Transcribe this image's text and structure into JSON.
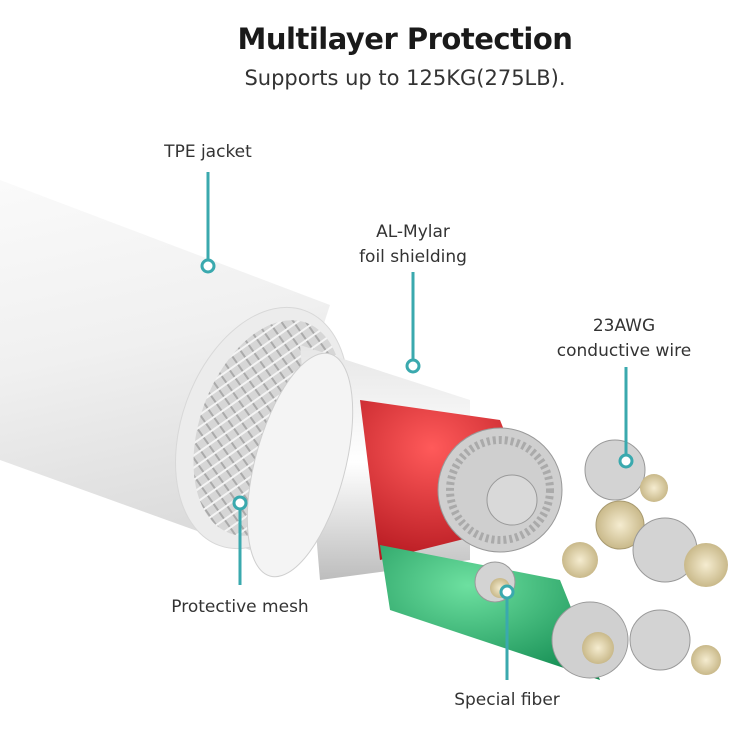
{
  "header": {
    "title": "Multilayer Protection",
    "subtitle": "Supports up to 125KG(275LB)."
  },
  "callouts": [
    {
      "id": "tpe-jacket",
      "lines": [
        "TPE jacket"
      ]
    },
    {
      "id": "al-mylar",
      "lines": [
        "AL-Mylar",
        "foil shielding"
      ]
    },
    {
      "id": "conductive-wire",
      "lines": [
        "23AWG",
        "conductive wire"
      ]
    },
    {
      "id": "protective-mesh",
      "lines": [
        "Protective mesh"
      ]
    },
    {
      "id": "special-fiber",
      "lines": [
        "Special fiber"
      ]
    }
  ],
  "colors": {
    "accent": "#3aa9ae",
    "red_wire": "#d8202a",
    "green_wire": "#1fae6a",
    "jacket": "#f2f2f2"
  }
}
